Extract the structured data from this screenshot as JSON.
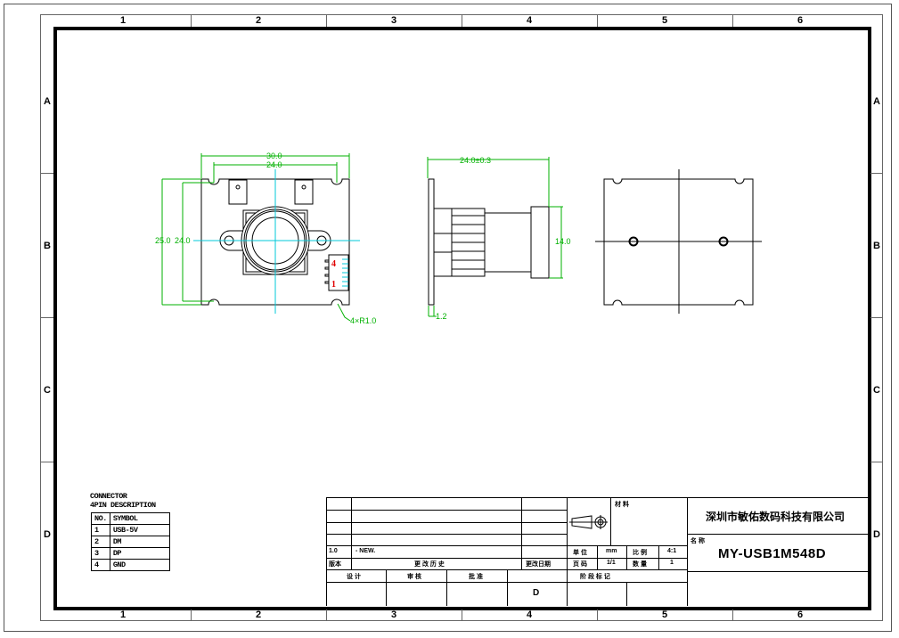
{
  "drawing": {
    "zones": {
      "columns": [
        "1",
        "2",
        "3",
        "4",
        "5",
        "6"
      ],
      "rows": [
        "A",
        "B",
        "C",
        "D"
      ]
    },
    "front_view": {
      "dims": {
        "overall_width": "30.0",
        "hole_spacing_x": "24.0",
        "overall_height": "25.0",
        "hole_spacing_y": "24.0",
        "corner_radius": "4×R1.0"
      },
      "connector_pins": {
        "first": "1",
        "last": "4"
      }
    },
    "side_view": {
      "dims": {
        "length": "24.0±0.3",
        "lens_diameter": "14.0",
        "board_thickness": "1.2"
      }
    },
    "back_view": {}
  },
  "connector_legend": {
    "title_line1": "CONNECTOR",
    "title_line2": "4PIN DESCRIPTION",
    "headers": {
      "no": "NO.",
      "symbol": "SYMBOL"
    },
    "rows": [
      {
        "no": "1",
        "symbol": "USB-5V"
      },
      {
        "no": "2",
        "symbol": "DM"
      },
      {
        "no": "3",
        "symbol": "DP"
      },
      {
        "no": "4",
        "symbol": "GND"
      }
    ]
  },
  "title_block": {
    "revision": {
      "version": "1.0",
      "description": "- NEW."
    },
    "labels": {
      "version": "版本",
      "change_history": "更 改 历 史",
      "change_date": "更改日期",
      "designer": "设 计",
      "reviewer": "审 核",
      "approver": "批 准",
      "stage_mark": "阶 段 标 记",
      "material": "材 料",
      "unit": "单 位",
      "page": "页 码",
      "scale": "比 例",
      "quantity": "数 量",
      "name": "名 称"
    },
    "values": {
      "unit": "mm",
      "page": "1/1",
      "scale": "4:1",
      "quantity": "1",
      "stage": "D"
    },
    "company": "深圳市敏佑数码科技有限公司",
    "part_number": "MY-USB1M548D"
  },
  "colors": {
    "dimension": "#00b000",
    "centerline": "#00c8d8",
    "pin_label": "#e00000",
    "line": "#000000"
  }
}
